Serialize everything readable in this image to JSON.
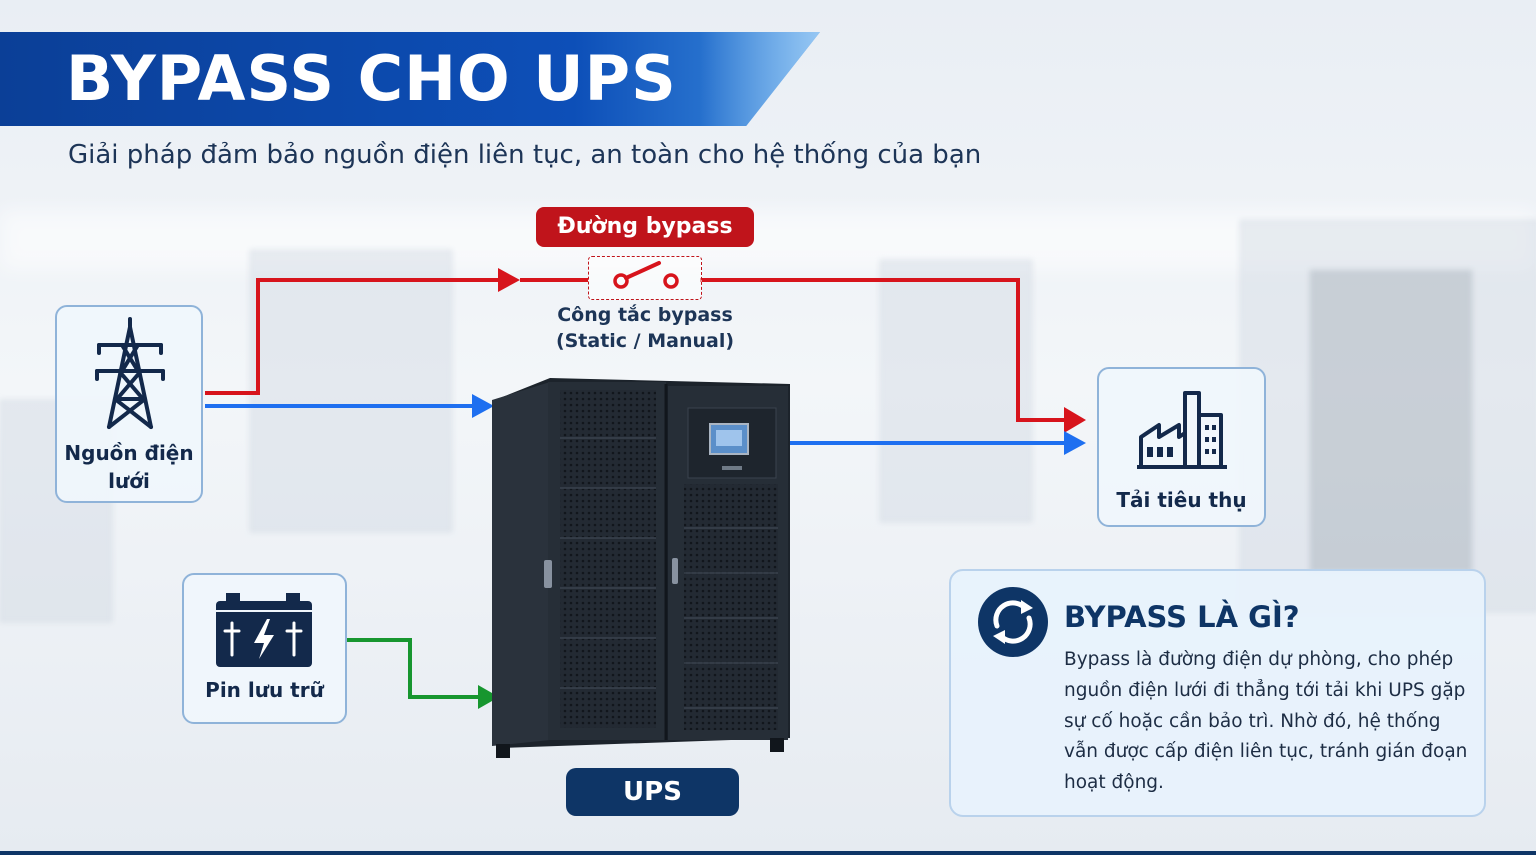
{
  "header": {
    "title": "BYPASS CHO UPS",
    "subtitle": "Giải pháp đảm bảo nguồn điện liên tục, an toàn cho hệ thống của bạn"
  },
  "bypass": {
    "path_label": "Đường bypass",
    "switch_label_line1": "Công tắc bypass",
    "switch_label_line2": "(Static / Manual)"
  },
  "nodes": {
    "grid_line1": "Nguồn điện",
    "grid_line2": "lưới",
    "load": "Tải tiêu thụ",
    "battery": "Pin lưu trữ",
    "ups": "UPS"
  },
  "info": {
    "title": "BYPASS LÀ GÌ?",
    "body": "Bypass là đường điện dự phòng, cho phép nguồn điện lưới đi thẳng tới tải khi UPS gặp sự cố hoặc cần bảo trì. Nhờ đó, hệ thống vẫn được cấp điện liên tục, tránh gián đoạn hoạt động."
  },
  "colors": {
    "bypass_line": "#d7141c",
    "main_line": "#1e6ff0",
    "battery_line": "#17962f",
    "accent_dark": "#0e3566",
    "title_band": "#0d4fb8"
  },
  "icons": [
    "power-tower-icon",
    "factory-icon",
    "battery-icon",
    "refresh-icon",
    "switch-icon"
  ]
}
